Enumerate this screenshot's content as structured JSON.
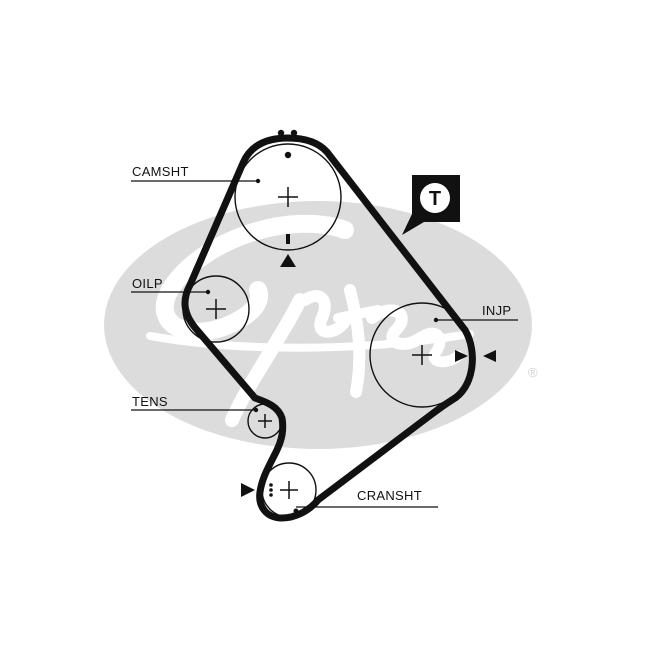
{
  "diagram": {
    "labels": {
      "camshaft": "CAMSHT",
      "oil_pump": "OILP",
      "injection_pump": "INJP",
      "tensioner": "TENS",
      "crankshaft": "CRANSHT"
    },
    "badge": {
      "letter": "T"
    },
    "watermark": {
      "brand": "Gates",
      "registered": "®"
    }
  },
  "colors": {
    "belt": "#111111",
    "watermark": "#d9d9d9",
    "badge_fill": "#111111",
    "badge_text": "#111111",
    "background": "#ffffff"
  }
}
